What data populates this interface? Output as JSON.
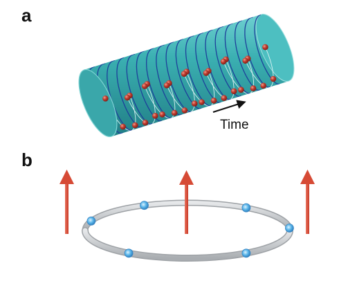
{
  "panels": {
    "a": {
      "label": "a"
    },
    "b": {
      "label": "b"
    }
  },
  "time_label": "Time",
  "colors": {
    "cylinder_fill": "#35a9ad",
    "cylinder_end": "#57c4c6",
    "helix_line": "#1d3f9a",
    "crystal_atom": "#b6332a",
    "ring": "#c6c9cc",
    "ring_ion": "#4aa8e0",
    "field_arrow": "#d9503b"
  },
  "icons": [
    "time-direction-arrow",
    "field-arrow-up"
  ]
}
